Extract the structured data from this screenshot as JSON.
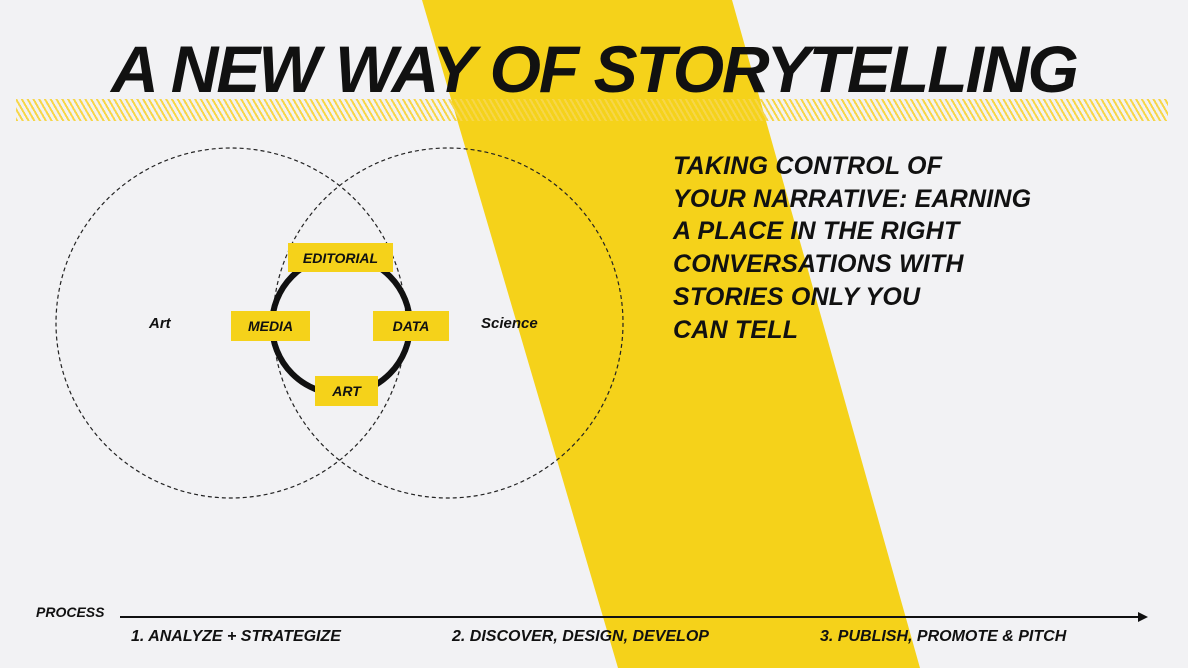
{
  "colors": {
    "background": "#f2f2f4",
    "accent_yellow": "#f5d21a",
    "text": "#111111"
  },
  "title": "A NEW WAY OF STORYTELLING",
  "tagline": {
    "lines": [
      "TAKING CONTROL OF",
      "YOUR NARRATIVE: EARNING",
      "A PLACE IN THE RIGHT",
      "CONVERSATIONS WITH",
      "STORIES ONLY YOU",
      "CAN TELL"
    ]
  },
  "venn": {
    "left_label": "Art",
    "right_label": "Science"
  },
  "cycle": {
    "top": "EDITORIAL",
    "left": "MEDIA",
    "right": "DATA",
    "bottom": "ART"
  },
  "process": {
    "label": "PROCESS",
    "steps": [
      "1.  ANALYZE + STRATEGIZE",
      "2.  DISCOVER, DESIGN, DEVELOP",
      "3. PUBLISH, PROMOTE  & PITCH"
    ]
  }
}
